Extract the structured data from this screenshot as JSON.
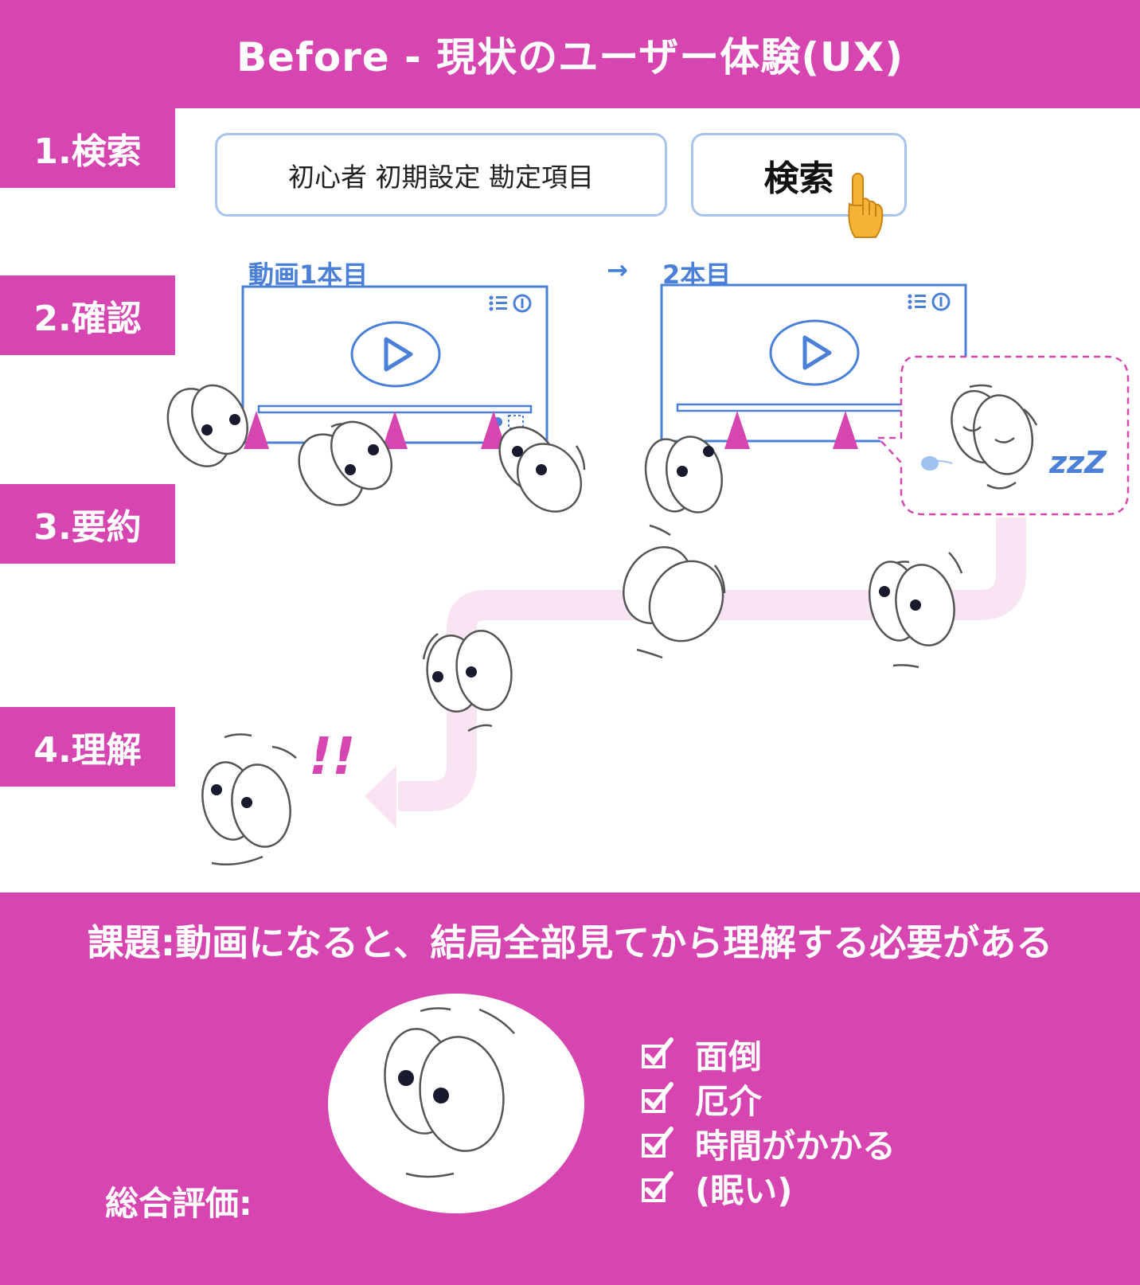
{
  "header": {
    "title": "Before - 現状のユーザー体験(UX)"
  },
  "steps": [
    {
      "label": "1.検索"
    },
    {
      "label": "2.確認"
    },
    {
      "label": "3.要約"
    },
    {
      "label": "4.理解"
    }
  ],
  "search": {
    "query": "初心者 初期設定 勘定項目",
    "button_label": "検索",
    "pointer_icon": "pointing-hand-icon"
  },
  "videos": {
    "first_label": "動画1本目",
    "arrow": "→",
    "second_label": "2本目",
    "play_icon": "play-icon",
    "list_icon": "list-icon",
    "info_icon": "info-icon"
  },
  "sleep_bubble": {
    "zzz": "zzZ"
  },
  "exclamation": "!!",
  "problem": {
    "text": "課題:動画になると、結局全部見てから理解する必要がある"
  },
  "evaluation": {
    "label": "総合評価:",
    "items": [
      {
        "text": "面倒"
      },
      {
        "text": "厄介"
      },
      {
        "text": "時間がかかる"
      },
      {
        "text": "(眠い)"
      }
    ]
  },
  "colors": {
    "accent": "#d645b0",
    "blue": "#4a80d8",
    "light_pink": "#f8e4f2"
  }
}
